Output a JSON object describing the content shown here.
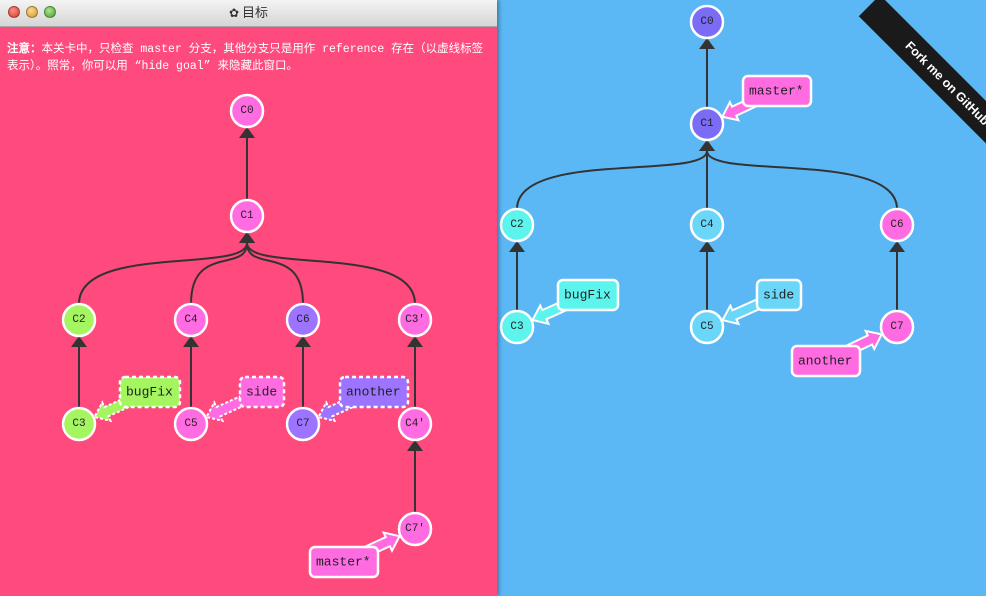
{
  "window": {
    "title": "目标",
    "title_icon": "gear-icon"
  },
  "note": {
    "bold": "注意：",
    "text": "本关卡中，只检查 master 分支，其他分支只是用作 reference 存在（以虚线标签表示）。照常，你可以用 “hide goal” 来隐藏此窗口。"
  },
  "banner": {
    "text": "Fork me on GitHub"
  },
  "colors": {
    "goal_bg": "#ff4a7d",
    "main_bg": "#5cb8f5",
    "purple": "#9d74ff",
    "pink": "#ff6be1",
    "green": "#a4f560",
    "cyan": "#5df4ee",
    "light_blue": "#6ad6f8",
    "blue_purple": "#7b6cf5"
  },
  "goal": {
    "commits": [
      {
        "id": "C0",
        "color": "#ff6be1"
      },
      {
        "id": "C1",
        "color": "#ff6be1"
      },
      {
        "id": "C2",
        "color": "#a4f560"
      },
      {
        "id": "C3",
        "color": "#a4f560"
      },
      {
        "id": "C4",
        "color": "#ff6be1"
      },
      {
        "id": "C5",
        "color": "#ff6be1"
      },
      {
        "id": "C6",
        "color": "#9d74ff"
      },
      {
        "id": "C7",
        "color": "#9d74ff"
      },
      {
        "id": "C3'",
        "color": "#ff6be1"
      },
      {
        "id": "C4'",
        "color": "#ff6be1"
      },
      {
        "id": "C7'",
        "color": "#ff6be1"
      }
    ],
    "branches": [
      {
        "name": "bugFix",
        "target": "C3",
        "color": "#a4f560",
        "dashed": true
      },
      {
        "name": "side",
        "target": "C5",
        "color": "#ff6be1",
        "dashed": true
      },
      {
        "name": "another",
        "target": "C7",
        "color": "#9d74ff",
        "dashed": true
      },
      {
        "name": "master*",
        "target": "C7'",
        "color": "#ff6be1",
        "dashed": false
      }
    ]
  },
  "current": {
    "commits": [
      {
        "id": "C0",
        "color": "#7b6cf5"
      },
      {
        "id": "C1",
        "color": "#7b6cf5"
      },
      {
        "id": "C2",
        "color": "#5df4ee"
      },
      {
        "id": "C3",
        "color": "#5df4ee"
      },
      {
        "id": "C4",
        "color": "#6ad6f8"
      },
      {
        "id": "C5",
        "color": "#6ad6f8"
      },
      {
        "id": "C6",
        "color": "#ff6be1"
      },
      {
        "id": "C7",
        "color": "#ff6be1"
      }
    ],
    "branches": [
      {
        "name": "master*",
        "target": "C1",
        "color": "#ff6be1"
      },
      {
        "name": "bugFix",
        "target": "C3",
        "color": "#5df4ee"
      },
      {
        "name": "side",
        "target": "C5",
        "color": "#6ad6f8"
      },
      {
        "name": "another",
        "target": "C7",
        "color": "#ff6be1"
      }
    ]
  }
}
